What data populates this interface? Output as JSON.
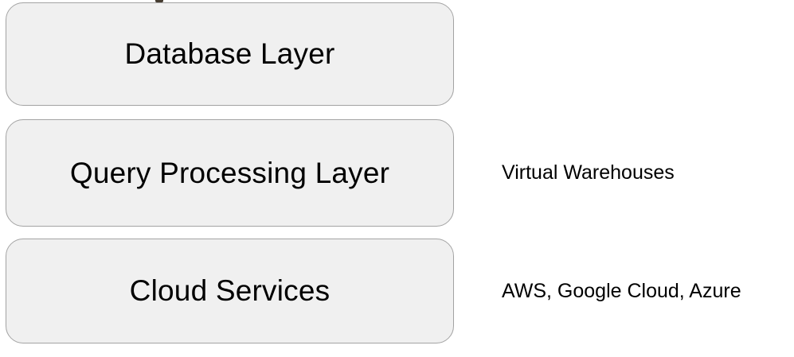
{
  "diagram": {
    "description": "Three-layer stacked architecture diagram",
    "colors": {
      "background": "#ffffff",
      "box_fill": "#f0f0f0",
      "box_border": "#a3a3a3",
      "text": "#000000"
    },
    "layers": [
      {
        "label": "Database Layer",
        "annotation": ""
      },
      {
        "label": "Query Processing Layer",
        "annotation": "Virtual Warehouses"
      },
      {
        "label": "Cloud Services",
        "annotation": "AWS, Google Cloud, Azure"
      }
    ]
  }
}
